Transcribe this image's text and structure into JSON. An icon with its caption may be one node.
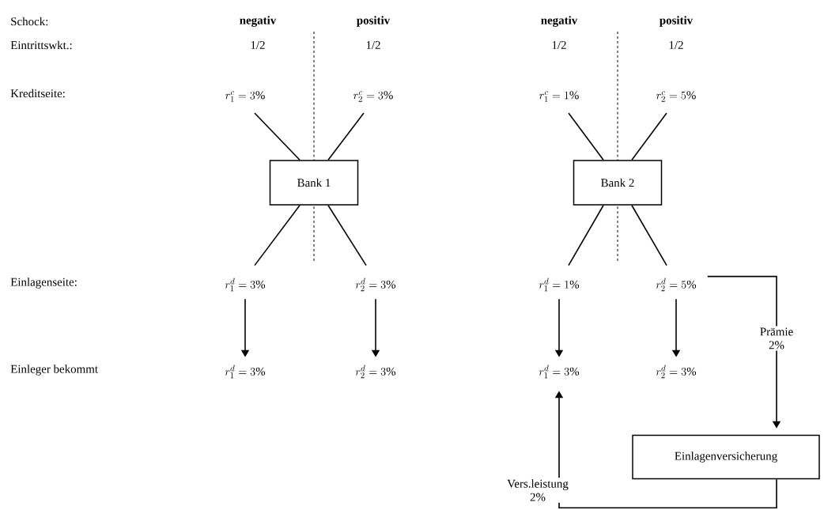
{
  "diagram": {
    "nodes": [
      {
        "text": [
          "r_1^c = 3\\%"
        ]
      },
      {
        "text": [
          "r_2^c = 3\\%"
        ]
      },
      {
        "text": [
          "r_1^c = 1\\%"
        ]
      },
      {
        "text": [
          "r_2^c = 5\\%"
        ]
      },
      {
        "text": [
          "Bank 1"
        ]
      },
      {
        "text": [
          "Bank 2"
        ]
      },
      {
        "text": [
          "r_1^d = 3\\%"
        ]
      },
      {
        "text": [
          "r_2^d = 3\\%"
        ]
      },
      {
        "text": [
          "r_1^d = 1\\%"
        ]
      },
      {
        "text": [
          "r_2^d = 5\\%"
        ]
      },
      {
        "text": [
          "r_1^d = 3\\%"
        ]
      },
      {
        "text": [
          "r_2^d = 3\\%"
        ]
      },
      {
        "text": [
          "r_1^d = 3\\%"
        ]
      },
      {
        "text": [
          "r_2^d = 3\\%"
        ]
      },
      {
        "text": [
          "Einlagenversicherung"
        ]
      }
    ],
    "edges": [
      {
        "from": 0,
        "to": 4,
        "arrow": "none"
      },
      {
        "from": 1,
        "to": 4,
        "arrow": "none"
      },
      {
        "from": 2,
        "to": 5,
        "arrow": "none"
      },
      {
        "from": 3,
        "to": 5,
        "arrow": "none"
      },
      {
        "from": 4,
        "to": 6,
        "arrow": "none"
      },
      {
        "from": 4,
        "to": 7,
        "arrow": "none"
      },
      {
        "from": 5,
        "to": 8,
        "arrow": "none"
      },
      {
        "from": 5,
        "to": 9,
        "arrow": "none"
      },
      {
        "from": 6,
        "to": 10,
        "arrow": "to"
      },
      {
        "from": 7,
        "to": 11,
        "arrow": "to"
      },
      {
        "from": 8,
        "to": 12,
        "arrow": "to"
      },
      {
        "from": 9,
        "to": 13,
        "arrow": "to"
      },
      {
        "from": 9,
        "to": 14,
        "arrow": "to",
        "label": "Prämie 2%"
      },
      {
        "from": 14,
        "to": 12,
        "arrow": "to",
        "label": "Vers.leistung 2%"
      }
    ],
    "labels": [
      "Schock:",
      "negativ",
      "positiv",
      "negativ",
      "positiv",
      "Eintrittswkt.:",
      "1/2",
      "1/2",
      "1/2",
      "1/2",
      "Kreditseite:",
      "Einlagenseite:",
      "Einleger bekommt"
    ]
  }
}
